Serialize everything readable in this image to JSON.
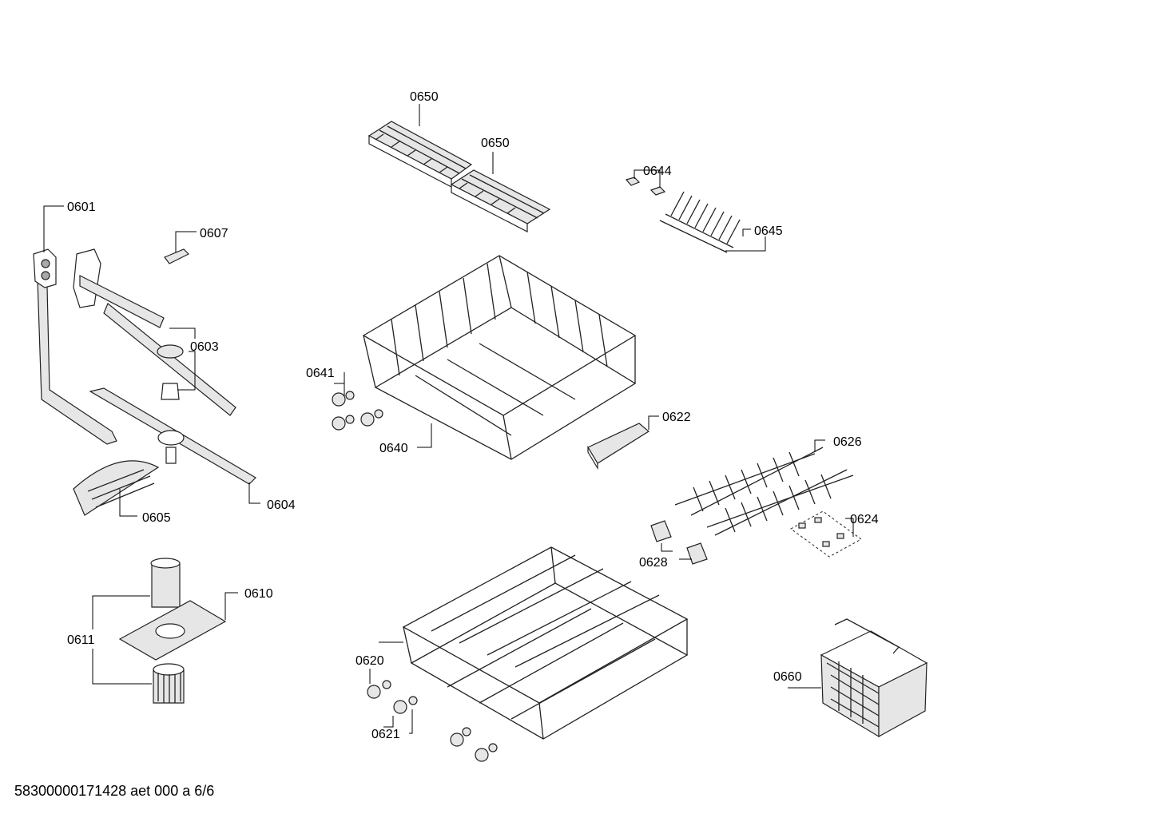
{
  "document_code": "58300000171428 aet 000 a 6/6",
  "labels": {
    "p0601": "0601",
    "p0603": "0603",
    "p0604": "0604",
    "p0605": "0605",
    "p0607": "0607",
    "p0610": "0610",
    "p0611": "0611",
    "p0620": "0620",
    "p0621": "0621",
    "p0622": "0622",
    "p0624": "0624",
    "p0626": "0626",
    "p0628": "0628",
    "p0640": "0640",
    "p0641": "0641",
    "p0644": "0644",
    "p0645": "0645",
    "p0650a": "0650",
    "p0650b": "0650",
    "p0660": "0660"
  }
}
